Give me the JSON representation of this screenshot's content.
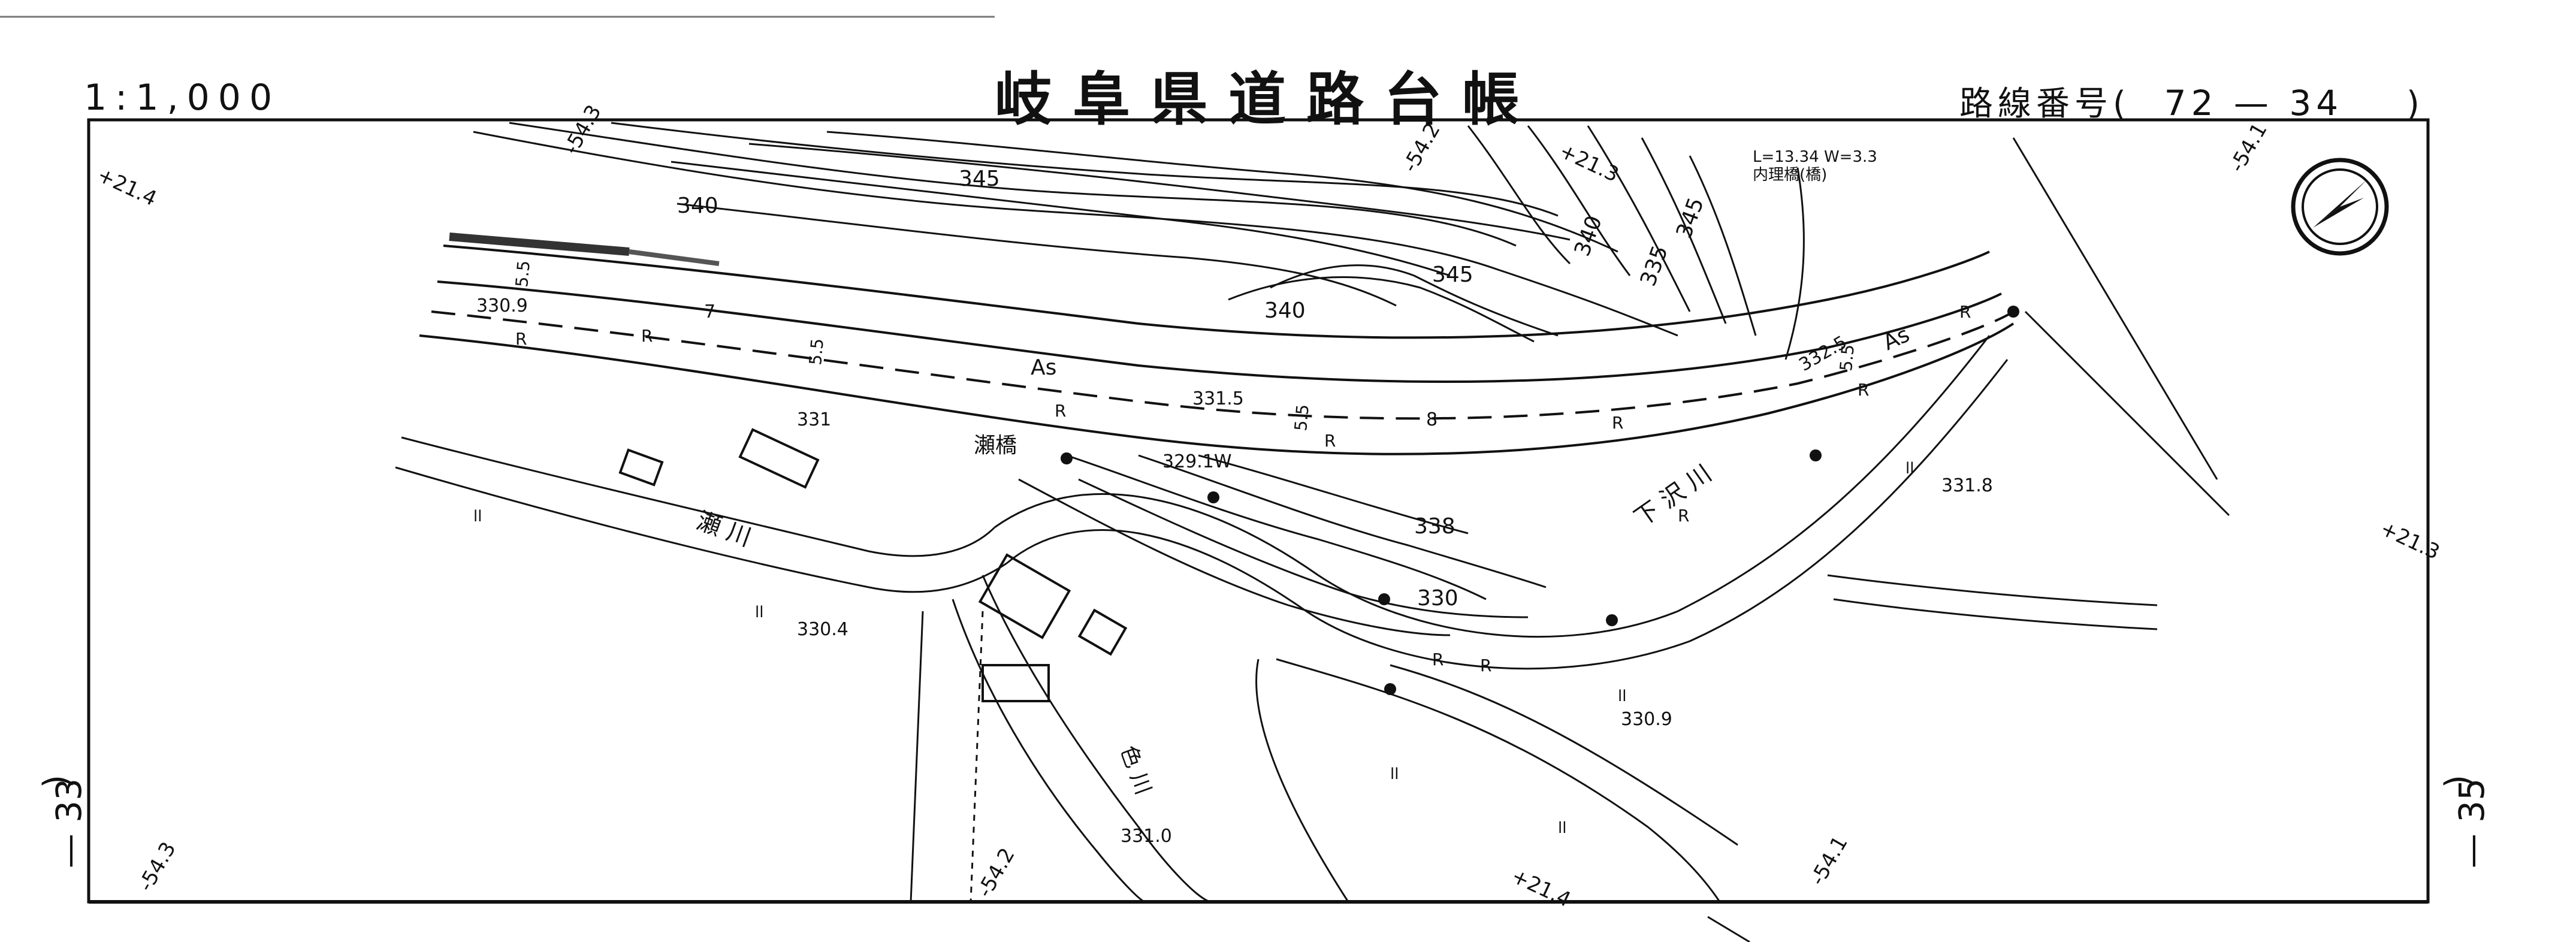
{
  "header": {
    "scale": "1:1,000",
    "title": "岐阜県道路台帳",
    "route_label": "路線番号(",
    "route_number": "72 — 34",
    "route_close": ")"
  },
  "sheet_refs": {
    "left_paren": ")",
    "left_number": "— 33",
    "right_paren": ")",
    "right_number": "— 35"
  },
  "grid_ticks": {
    "top": [
      "-54.3",
      "-54.2",
      "+21.3",
      "-54.1"
    ],
    "bottom": [
      "-54.3",
      "-54.2",
      "+21.4",
      "-54.1"
    ],
    "left": "+21.4",
    "right": "+21.3"
  },
  "contours": [
    "345",
    "340",
    "345",
    "340",
    "345",
    "340",
    "335",
    "338",
    "330"
  ],
  "elevations": [
    "330.9",
    "331.5",
    "332.5",
    "331",
    "329.1W",
    "331.8",
    "330.4",
    "330.9",
    "331.0"
  ],
  "road_labels": {
    "surface": [
      "As",
      "As"
    ],
    "widths": [
      "5.5",
      "5.5",
      "5.5",
      "5.5",
      "7",
      "8"
    ],
    "curb": [
      "R",
      "R",
      "R",
      "R",
      "R",
      "R",
      "R",
      "R",
      "R",
      "R"
    ]
  },
  "place_names": {
    "bridge": "瀬橋",
    "river_main": "瀬 川",
    "river_sub": "下 沢 川",
    "river_small": "色 川",
    "note": "L=13.34 W=3.3",
    "note2": "内理橋(橋)"
  },
  "symbols": {
    "north_arrow": "north-arrow-icon",
    "grass": "ll"
  }
}
